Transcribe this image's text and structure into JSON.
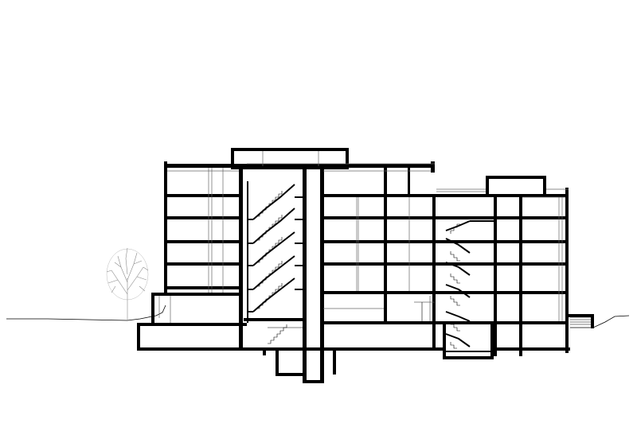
{
  "drawing": {
    "kind": "architectural-building-section",
    "line_color": "#000000",
    "background_color": "#ffffff",
    "tree_color": "#8a8a8a",
    "thin_line_color": "#666666",
    "floors_above_ground": 6,
    "basement_levels": 2,
    "stair_cores": 2,
    "labels": []
  }
}
